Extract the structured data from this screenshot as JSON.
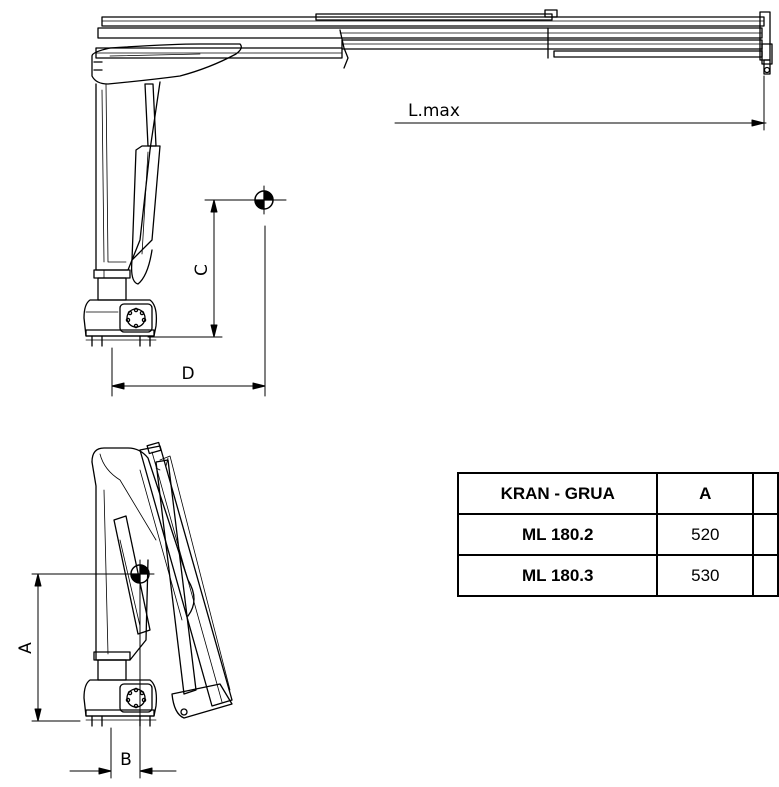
{
  "labels": {
    "l_max": "L.max",
    "c": "C",
    "d": "D",
    "a": "A",
    "b": "B"
  },
  "table": {
    "headers": [
      "KRAN - GRUA",
      "A",
      ""
    ],
    "rows": [
      [
        "ML 180.2",
        "520",
        ""
      ],
      [
        "ML 180.3",
        "530",
        ""
      ]
    ]
  }
}
